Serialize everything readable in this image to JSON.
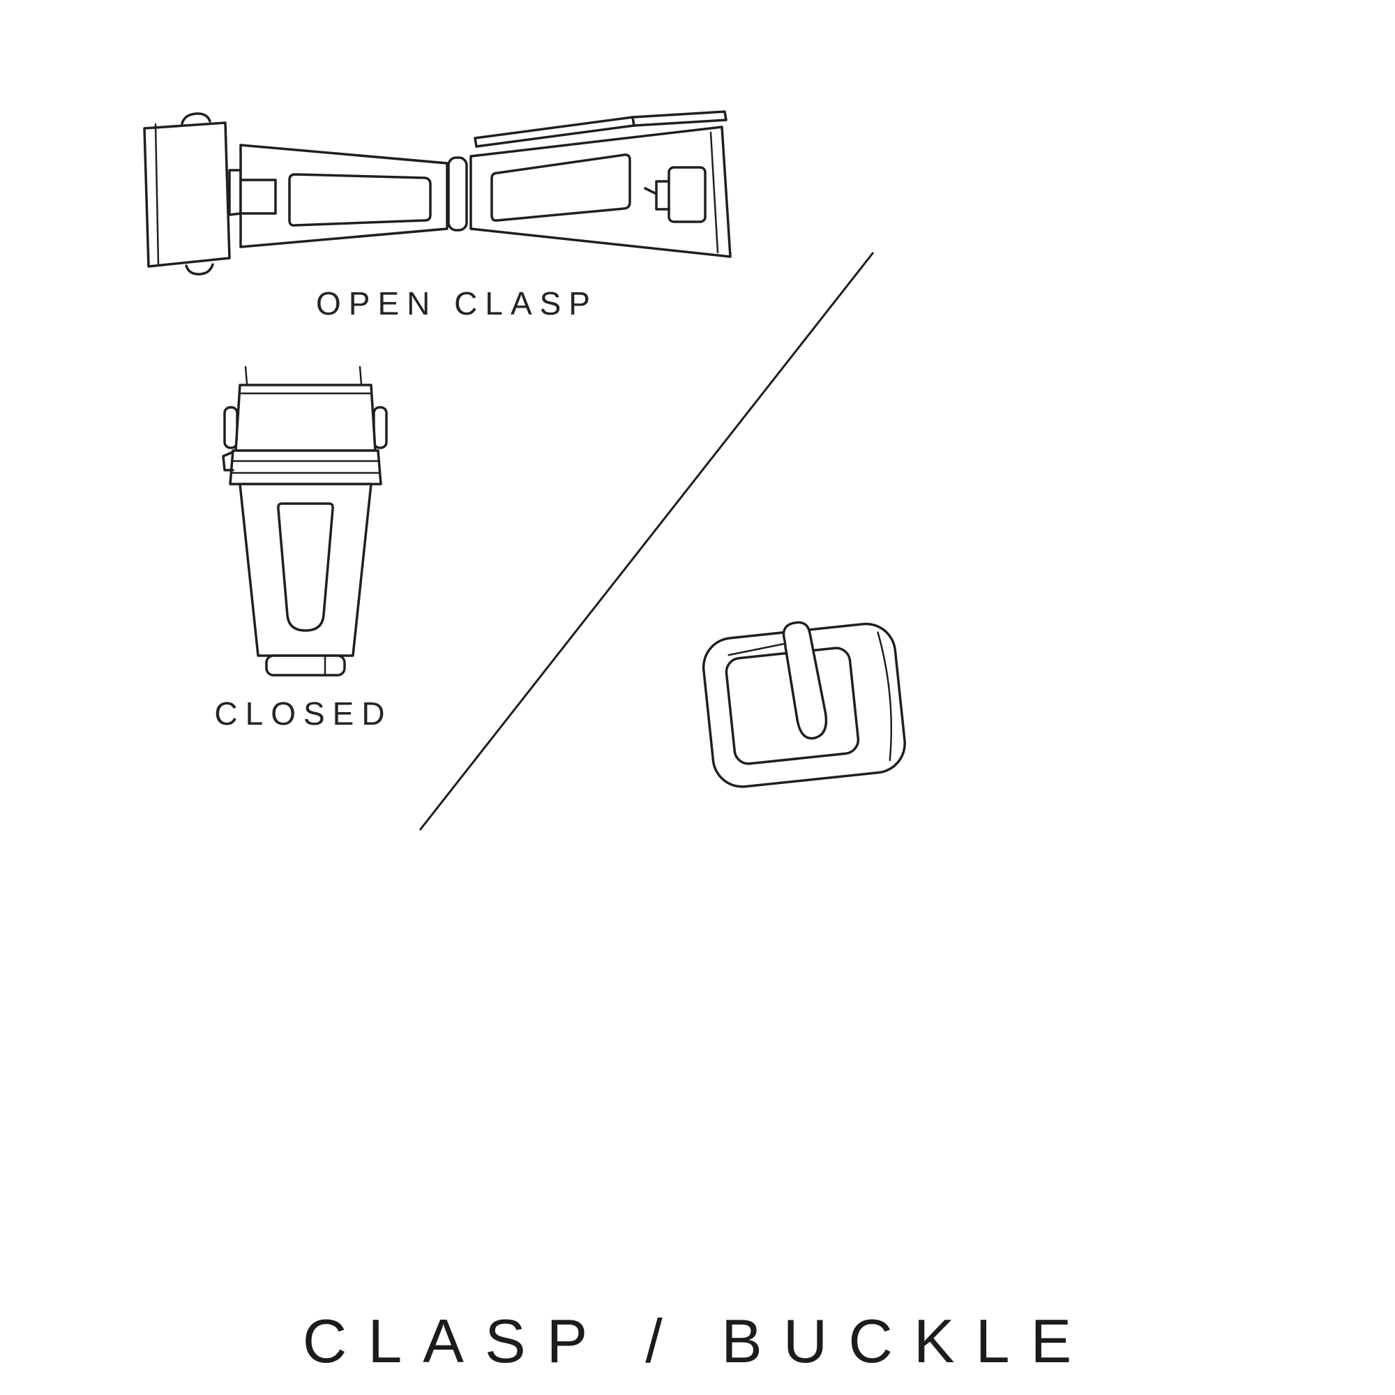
{
  "page": {
    "background": "#ffffff",
    "line_color": "#1f1f1f",
    "title": "CLASP / BUCKLE"
  },
  "figures": {
    "open_clasp": {
      "label": "OPEN CLASP",
      "icon": "open-clasp-illustration"
    },
    "closed_clasp": {
      "label": "CLOSED",
      "icon": "closed-clasp-illustration"
    },
    "buckle": {
      "icon": "tang-buckle-illustration"
    }
  },
  "divider": {
    "icon": "diagonal-divider-line"
  }
}
